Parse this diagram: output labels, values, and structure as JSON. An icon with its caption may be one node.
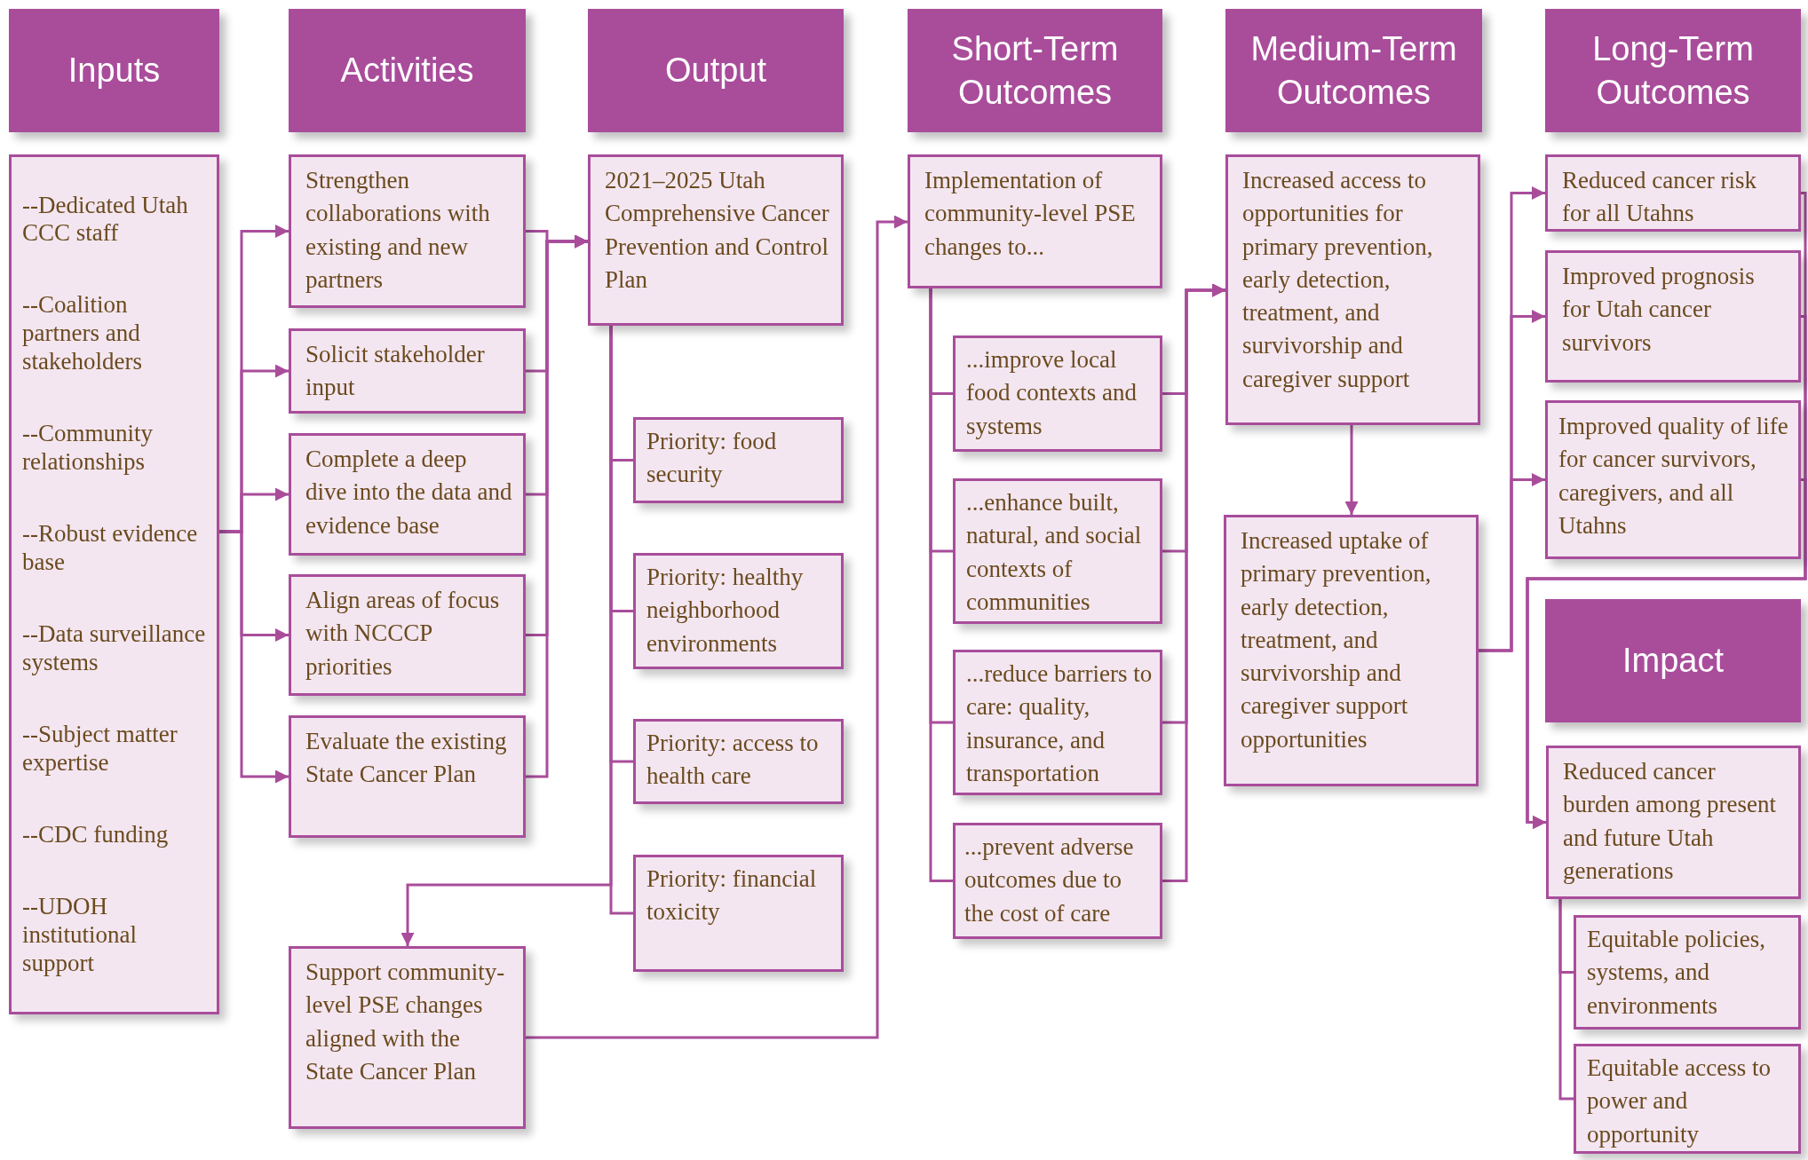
{
  "diagram": {
    "nodes": [
      {
        "text": [
          "Inputs"
        ]
      },
      {
        "text": [
          "Activities"
        ]
      },
      {
        "text": [
          "Output"
        ]
      },
      {
        "text": [
          "Short-Term Outcomes"
        ]
      },
      {
        "text": [
          "Medium-Term Outcomes"
        ]
      },
      {
        "text": [
          "Long-Term Outcomes"
        ]
      },
      {
        "text": [
          "--Dedicated Utah CCC staff",
          "--Coalition partners and stakeholders",
          "--Community relationships",
          "--Robust evidence base",
          "--Data surveillance systems",
          "--Subject matter expertise",
          "--CDC funding",
          "--UDOH institutional support"
        ]
      },
      {
        "text": [
          "Strengthen collaborations with existing and new partners"
        ]
      },
      {
        "text": [
          "Solicit stakeholder input"
        ]
      },
      {
        "text": [
          "Complete a deep dive into the data and evidence base"
        ]
      },
      {
        "text": [
          "Align areas of focus with NCCCP priorities"
        ]
      },
      {
        "text": [
          "Evaluate the existing State Cancer Plan"
        ]
      },
      {
        "text": [
          "2021–2025 Utah Comprehensive Cancer Prevention and Control Plan"
        ]
      },
      {
        "text": [
          "Priority: food security"
        ]
      },
      {
        "text": [
          "Priority: healthy neighborhood environments"
        ]
      },
      {
        "text": [
          "Priority: access to health care"
        ]
      },
      {
        "text": [
          "Priority: financial toxicity"
        ]
      },
      {
        "text": [
          "Support community-level PSE changes aligned with the State Cancer Plan"
        ]
      },
      {
        "text": [
          "Implementation of community-level PSE changes to..."
        ]
      },
      {
        "text": [
          "...improve local food contexts and systems"
        ]
      },
      {
        "text": [
          "...enhance built, natural, and social contexts of communities"
        ]
      },
      {
        "text": [
          "...reduce barriers to care: quality, insurance, and transportation"
        ]
      },
      {
        "text": [
          "...prevent adverse outcomes due to the cost of care"
        ]
      },
      {
        "text": [
          "Increased access to opportunities for primary prevention, early detection, treatment, and survivorship and caregiver support"
        ]
      },
      {
        "text": [
          "Increased uptake of primary prevention, early detection, treatment, and survivorship and caregiver support opportunities"
        ]
      },
      {
        "text": [
          "Reduced cancer risk for all Utahns"
        ]
      },
      {
        "text": [
          "Improved prognosis for Utah cancer survivors"
        ]
      },
      {
        "text": [
          "Improved quality of life for cancer survivors, caregivers, and all Utahns"
        ]
      },
      {
        "text": [
          "Impact"
        ]
      },
      {
        "text": [
          "Reduced cancer burden among present and future Utah generations"
        ]
      },
      {
        "text": [
          "Equitable policies, systems, and environments"
        ]
      },
      {
        "text": [
          "Equitable access to power and opportunity"
        ]
      }
    ],
    "edges": [
      {
        "from": 6,
        "to": 7,
        "arrow": "to"
      },
      {
        "from": 6,
        "to": 8,
        "arrow": "to"
      },
      {
        "from": 6,
        "to": 9,
        "arrow": "to"
      },
      {
        "from": 6,
        "to": 10,
        "arrow": "to"
      },
      {
        "from": 6,
        "to": 11,
        "arrow": "to"
      },
      {
        "from": 7,
        "to": 12,
        "arrow": "to"
      },
      {
        "from": 8,
        "to": 12,
        "arrow": "to"
      },
      {
        "from": 9,
        "to": 12,
        "arrow": "to"
      },
      {
        "from": 10,
        "to": 12,
        "arrow": "to"
      },
      {
        "from": 11,
        "to": 12,
        "arrow": "to"
      },
      {
        "from": 12,
        "to": 13,
        "arrow": "none"
      },
      {
        "from": 12,
        "to": 14,
        "arrow": "none"
      },
      {
        "from": 12,
        "to": 15,
        "arrow": "none"
      },
      {
        "from": 12,
        "to": 16,
        "arrow": "none"
      },
      {
        "from": 12,
        "to": 17,
        "arrow": "to"
      },
      {
        "from": 17,
        "to": 18,
        "arrow": "to"
      },
      {
        "from": 18,
        "to": 19,
        "arrow": "none"
      },
      {
        "from": 18,
        "to": 20,
        "arrow": "none"
      },
      {
        "from": 18,
        "to": 21,
        "arrow": "none"
      },
      {
        "from": 18,
        "to": 22,
        "arrow": "none"
      },
      {
        "from": 19,
        "to": 23,
        "arrow": "to"
      },
      {
        "from": 20,
        "to": 23,
        "arrow": "to"
      },
      {
        "from": 21,
        "to": 23,
        "arrow": "to"
      },
      {
        "from": 22,
        "to": 23,
        "arrow": "to"
      },
      {
        "from": 23,
        "to": 24,
        "arrow": "to"
      },
      {
        "from": 24,
        "to": 25,
        "arrow": "to"
      },
      {
        "from": 24,
        "to": 26,
        "arrow": "to"
      },
      {
        "from": 24,
        "to": 27,
        "arrow": "to"
      },
      {
        "from": 25,
        "to": 29,
        "arrow": "to"
      },
      {
        "from": 26,
        "to": 29,
        "arrow": "to"
      },
      {
        "from": 27,
        "to": 29,
        "arrow": "to"
      },
      {
        "from": 29,
        "to": 30,
        "arrow": "none"
      },
      {
        "from": 29,
        "to": 31,
        "arrow": "none"
      }
    ]
  }
}
